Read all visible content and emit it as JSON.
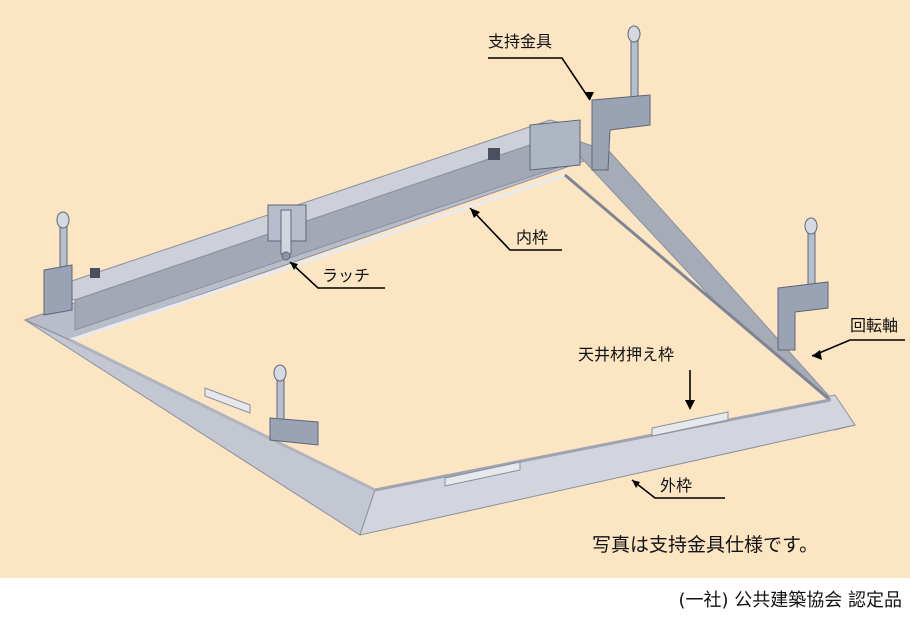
{
  "labels": {
    "support_bracket": "支持金具",
    "inner_frame": "内枠",
    "latch": "ラッチ",
    "rotation_axis": "回転軸",
    "ceiling_holder_frame": "天井材押え枠",
    "outer_frame": "外枠"
  },
  "caption": "写真は支持金具仕様です。",
  "certification": "(一社) 公共建築協会 認定品",
  "colors": {
    "background": "#fbe5c3",
    "frame_light": "#c9ccd6",
    "frame_mid": "#a9adb9",
    "frame_dark": "#7f8494",
    "bracket": "#9aa3b4",
    "leader": "#000000"
  }
}
